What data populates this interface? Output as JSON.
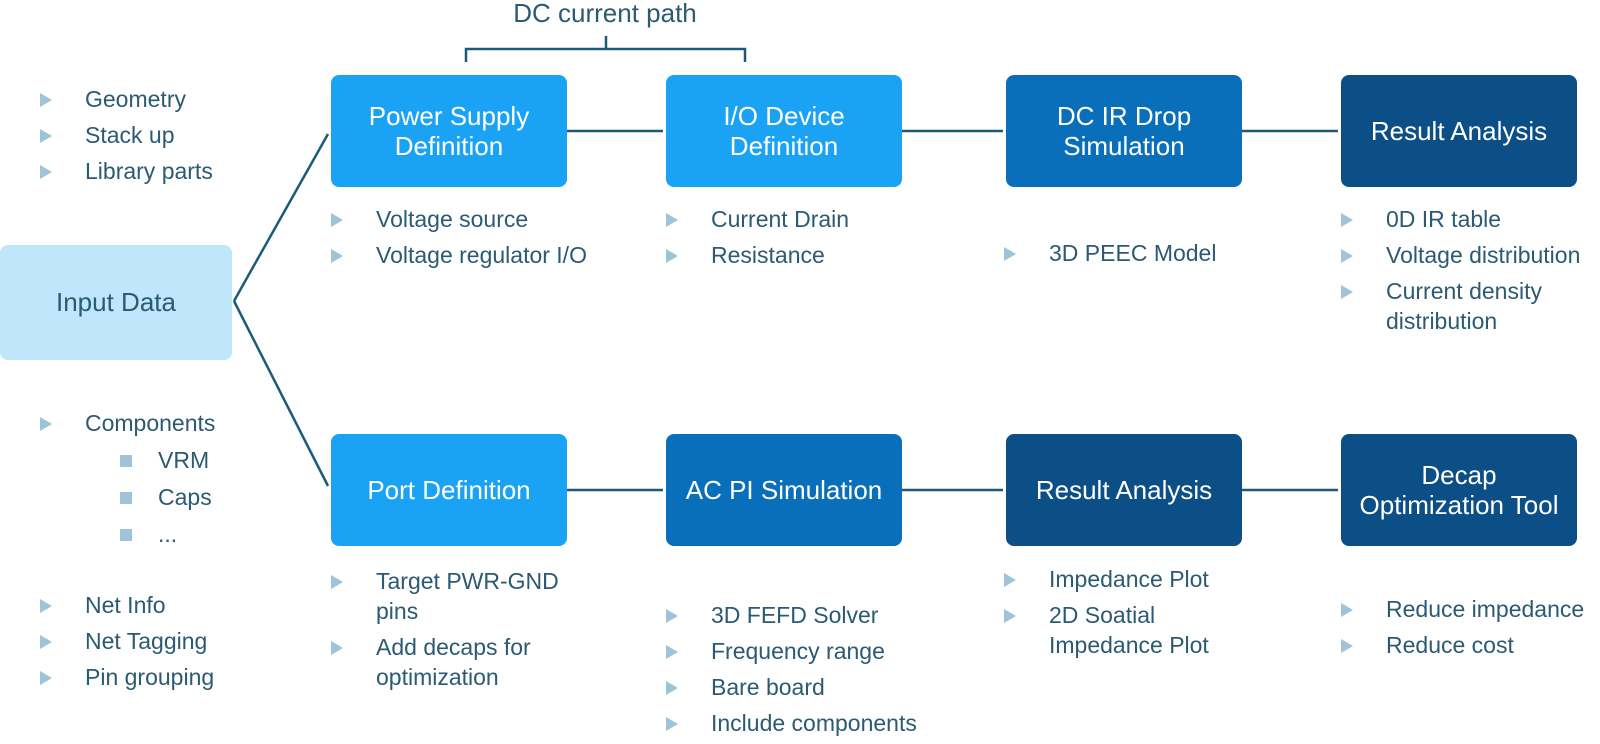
{
  "title": "DC current path",
  "input": {
    "label": "Input Data",
    "top_items": [
      "Geometry",
      "Stack up",
      "Library parts"
    ],
    "components_label": "Components",
    "components_sub": [
      "VRM",
      "Caps",
      "..."
    ],
    "bottom_items": [
      "Net Info",
      "Net Tagging",
      "Pin grouping"
    ]
  },
  "dc_flow": [
    {
      "label": "Power Supply\nDefinition",
      "color": "#1aa3f5",
      "details": [
        "Voltage source",
        "Voltage regulator I/O"
      ]
    },
    {
      "label": "I/O Device\nDefinition",
      "color": "#1aa3f5",
      "details": [
        "Current Drain",
        "Resistance"
      ]
    },
    {
      "label": "DC IR Drop\nSimulation",
      "color": "#0a6fba",
      "details": [
        "3D PEEC Model"
      ]
    },
    {
      "label": "Result Analysis",
      "color": "#0b4f86",
      "details": [
        "0D IR table",
        "Voltage distribution",
        "Current density\ndistribution"
      ]
    }
  ],
  "ac_flow": [
    {
      "label": "Port Definition",
      "color": "#1aa3f5",
      "details": [
        "Target PWR-GND\npins",
        "Add decaps for\noptimization"
      ]
    },
    {
      "label": "AC PI Simulation",
      "color": "#0a6fba",
      "details": [
        "3D FEFD Solver",
        "Frequency range",
        "Bare board",
        "Include components"
      ]
    },
    {
      "label": "Result Analysis",
      "color": "#0b4f86",
      "details": [
        "Impedance Plot",
        "2D Soatial\nImpedance Plot"
      ]
    },
    {
      "label": "Decap\nOptimization Tool",
      "color": "#0b4f86",
      "details": [
        "Reduce impedance",
        "Reduce cost"
      ]
    }
  ],
  "colors": {
    "line": "#1b5a78",
    "bullet": "#9fc3d8",
    "text": "#2b5a73"
  }
}
